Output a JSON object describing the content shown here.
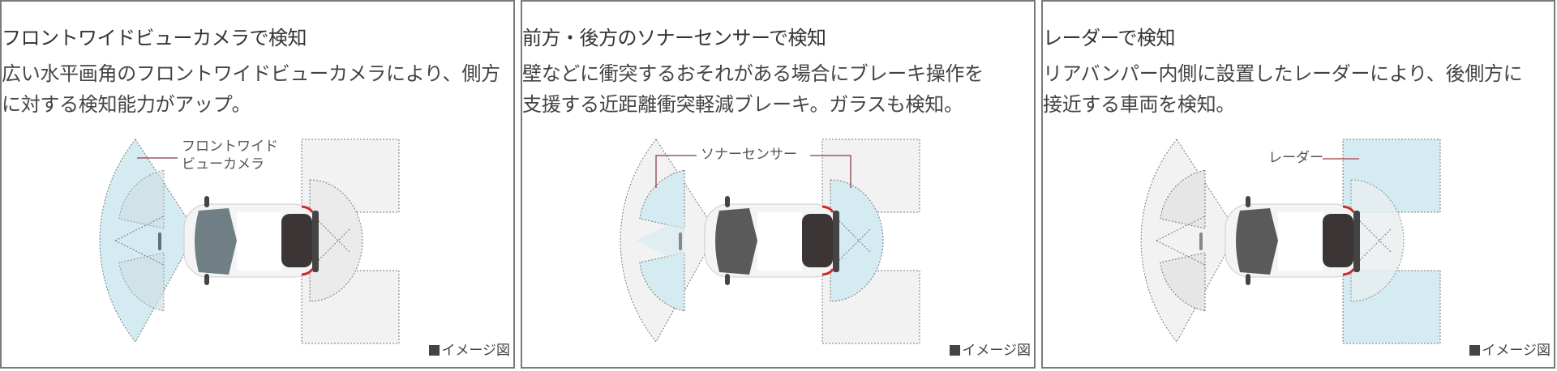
{
  "panels": [
    {
      "id": "front-wide-view-camera",
      "title": "フロントワイドビューカメラで検知",
      "description_lines": [
        "広い水平画角のフロントワイドビューカメラにより、側方",
        "に対する検知能力がアップ。"
      ],
      "callout_lines": [
        "フロントワイド",
        "ビューカメラ"
      ],
      "highlight": "front-camera",
      "caption": "イメージ図"
    },
    {
      "id": "sonar-sensor",
      "title": "前方・後方のソナーセンサーで検知",
      "description_lines": [
        "壁などに衝突するおそれがある場合にブレーキ操作を",
        "支援する近距離衝突軽減ブレーキ。ガラスも検知。"
      ],
      "callout_lines": [
        "ソナーセンサー"
      ],
      "highlight": "sonar",
      "caption": "イメージ図"
    },
    {
      "id": "radar",
      "title": "レーダーで検知",
      "description_lines": [
        "リアバンパー内側に設置したレーダーにより、後側方に",
        "接近する車両を検知。"
      ],
      "callout_lines": [
        "レーダー"
      ],
      "highlight": "radar",
      "caption": "イメージ図"
    }
  ],
  "colors": {
    "highlight_fill": "#d4ebf2",
    "neutral_fill": "#f2f2f2",
    "leader_line": "#9a5a62",
    "border": "#7a7a7a",
    "tail_light": "#cc2a2a"
  }
}
